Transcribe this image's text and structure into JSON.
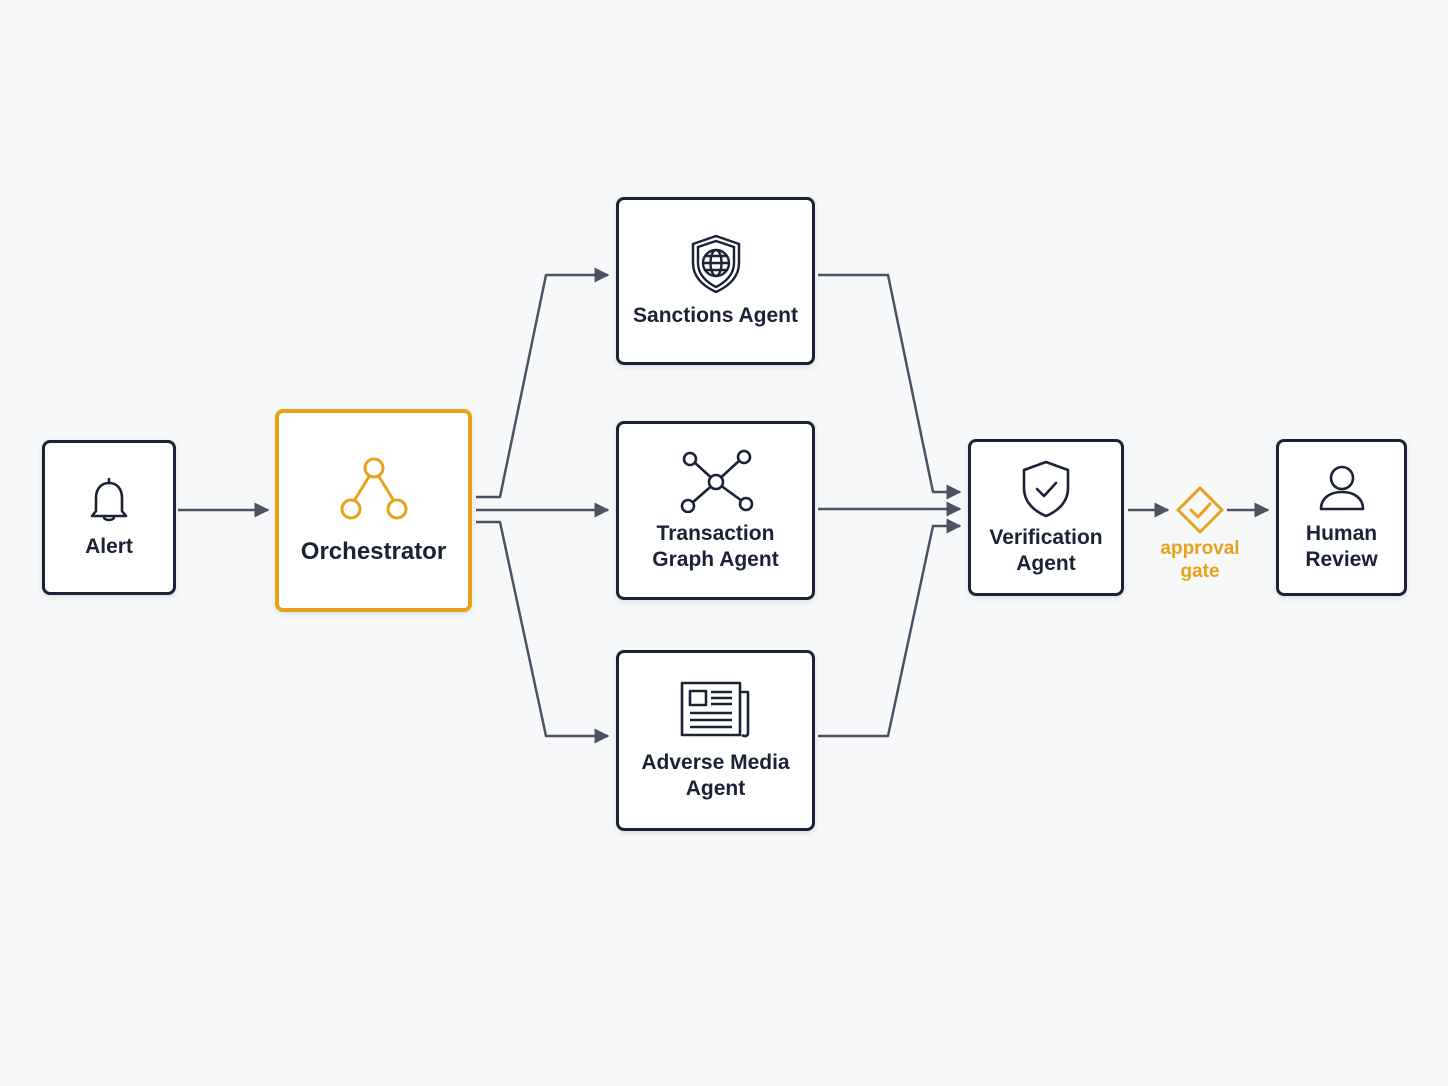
{
  "colors": {
    "background": "#f7f8fa",
    "node_border": "#1a2236",
    "accent": "#e8a21a",
    "connector": "#4b5262"
  },
  "nodes": {
    "alert": {
      "label": "Alert",
      "icon": "bell-icon"
    },
    "orchestrator": {
      "label": "Orchestrator",
      "icon": "hierarchy-network-icon"
    },
    "sanctions": {
      "label": "Sanctions Agent",
      "icon": "shield-globe-icon"
    },
    "transaction_graph": {
      "label": "Transaction\nGraph Agent",
      "icon": "graph-nodes-icon"
    },
    "adverse_media": {
      "label": "Adverse Media\nAgent",
      "icon": "newspaper-icon"
    },
    "verification": {
      "label": "Verification\nAgent",
      "icon": "shield-check-icon"
    },
    "human_review": {
      "label": "Human\nReview",
      "icon": "user-icon"
    }
  },
  "gate": {
    "label": "approval\ngate",
    "icon": "diamond-check-icon"
  },
  "edges": [
    {
      "from": "Alert",
      "to": "Orchestrator"
    },
    {
      "from": "Orchestrator",
      "to": "Sanctions Agent"
    },
    {
      "from": "Orchestrator",
      "to": "Transaction Graph Agent"
    },
    {
      "from": "Orchestrator",
      "to": "Adverse Media Agent"
    },
    {
      "from": "Sanctions Agent",
      "to": "Verification Agent"
    },
    {
      "from": "Transaction Graph Agent",
      "to": "Verification Agent"
    },
    {
      "from": "Adverse Media Agent",
      "to": "Verification Agent"
    },
    {
      "from": "Verification Agent",
      "to": "approval gate"
    },
    {
      "from": "approval gate",
      "to": "Human Review"
    }
  ]
}
